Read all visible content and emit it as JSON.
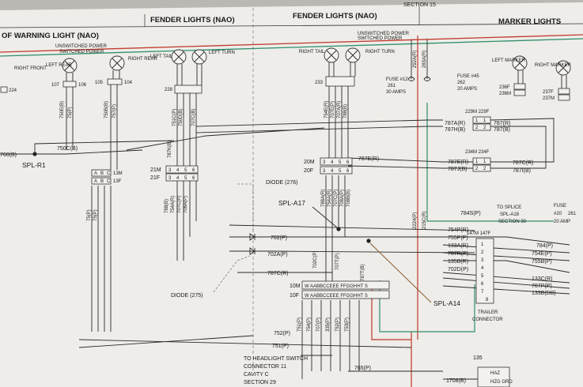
{
  "headers": {
    "roof_warning": "OF WARNING LIGHT (NAO)",
    "fender_left": "FENDER LIGHTS (NAO)",
    "fender_right": "FENDER LIGHTS (NAO)",
    "marker": "MARKER LIGHTS",
    "section_top": "SECTION 15"
  },
  "power": {
    "unswitched": "UNSWITCHED POWER",
    "switched": "SWITCHED POWER",
    "unswitched_r": "UNSWITCHED POWER",
    "switched_r": "SWITCHED POWER"
  },
  "lamps": {
    "right_front": "RIGHT FRONT",
    "left_rear": "LEFT REAR",
    "right_rear": "RIGHT REAR",
    "left_tail": "LEFT TAIL",
    "left_turn": "LEFT TURN",
    "right_tail": "RIGHT TAIL",
    "right_turn": "RIGHT TURN",
    "left_marker": "LEFT MARKER",
    "right_marker": "RIGHT MARKER"
  },
  "connectors": {
    "c224": "224",
    "c107": "107",
    "c106": "106",
    "c105": "105",
    "c104": "104",
    "c228": "228",
    "c233": "233",
    "c236f": "236F",
    "c236m": "236M",
    "c237f": "237F",
    "c237m": "237M",
    "c229m": "229M 229F",
    "c234m": "234M 234F",
    "c13m": "13M",
    "c13f": "13F",
    "c21m": "21M",
    "c21f": "21F",
    "c20m": "20M",
    "c20f": "20F",
    "c147": "147M 147F",
    "c10m": "10M",
    "c10f": "10F",
    "c135": "135",
    "cells_abc": [
      "A",
      "B",
      "C"
    ],
    "cells_3456": [
      "3",
      "4",
      "5",
      "6"
    ],
    "cells_12": [
      "1",
      "2"
    ],
    "cells_1to8": [
      "1",
      "2",
      "3",
      "4",
      "5",
      "6",
      "7",
      "8"
    ],
    "row_10": "W AABBCCEEE FFGGHHT S",
    "row_10f": "W AABBCCEEE FFGGHHT S"
  },
  "fuses": {
    "f12": "FUSE #12",
    "f12_circuit": "261",
    "f12_amps": "30 AMPS",
    "f45": "FUSE #45",
    "f45_circuit": "262",
    "f45_amps": "20 AMPS",
    "f20": "FUSE",
    "f20_num": "#20",
    "f20_circuit": "261",
    "f20_amps": "20 AMP"
  },
  "wires": {
    "w760": "760(B)",
    "w750c": "750C(B)",
    "w750e": "750E(B)",
    "w754": "75(P)",
    "w750b": "750B(B)",
    "w757": "757(P)",
    "w751c": "751C(P)",
    "w750d": "750D(B)",
    "w7070": "707C(B)",
    "w787k": "787K(B)",
    "w787e": "787E(R)",
    "w787a_l": "787A(R)",
    "w787h": "787H(B)",
    "w787r": "787(R)",
    "w787b": "787(B)",
    "w787g": "787E(R)",
    "w787j": "787J(B)",
    "w787c": "787C(R)",
    "w787i": "787I(B)",
    "w786": "786(B)",
    "w754e": "754E(R)",
    "w707e": "707E(P)",
    "w707a": "707A(R)",
    "w788": "788(B)",
    "w788a": "788A(R)",
    "w754a": "754A(R)",
    "w707c": "707C(P)",
    "w708a": "708A(P)",
    "w7088": "708B(B)",
    "w702": "702(P)",
    "w702a": "702A(P)",
    "w787c2": "787C(R)",
    "w702c": "702C(P)",
    "w707t": "707T(P)",
    "w787tb": "787T(B)",
    "w784s": "784S(P)",
    "w754p": "754P(R)",
    "w755p": "755P(P)",
    "w133a": "133A(R)",
    "w707r": "707R(P)",
    "w135b": "135B(R)",
    "w702d": "702D(P)",
    "w784": "784(P)",
    "w754b": "754E(P)",
    "w755b": "755B(P)",
    "w133c": "133C(R)",
    "w707p": "707P(P)",
    "w133b": "133B(DB)",
    "w752": "752(P)",
    "w751": "751(P)",
    "w765": "765(P)",
    "w1708": "1708(B)",
    "w2224": "2224(P)",
    "w215c": "215C(R)",
    "w292a": "292A(R)",
    "w283a": "283A(R)",
    "w751p": "751(P)",
    "w754p2": "754(P)",
    "w707p2": "707(P)",
    "w335": "335(P)",
    "w752p": "752(P)",
    "w753": "753(P)",
    "w75p": "75(P)",
    "w75p2": "75(P)"
  },
  "splices": {
    "spl_r1": "SPL-R1",
    "spl_a17": "SPL-A17",
    "spl_a14": "SPL-A14",
    "to_splice": "TO SPLICE",
    "spl_a18": "SPL-A18",
    "section_30": "SECTION 30"
  },
  "diodes": {
    "d276": "DIODE (276)",
    "d275": "DIODE (275)"
  },
  "notes": {
    "trailer": "TRAILER",
    "trailer_conn": "CONNECTOR",
    "headlight_1": "TO HEADLIGHT SWITCH",
    "headlight_2": "CONNECTOR 11",
    "headlight_3": "CAVITY C",
    "headlight_4": "SECTION 29",
    "haz": "HAZ",
    "hzg": "HZG GRD"
  }
}
